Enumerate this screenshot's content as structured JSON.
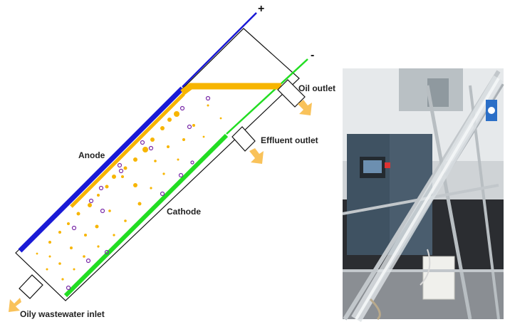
{
  "labels": {
    "plus": "+",
    "minus": "-",
    "oil_outlet": "Oil outlet",
    "effluent_outlet": "Effluent outlet",
    "anode": "Anode",
    "cathode": "Cathode",
    "inlet": "Oily wastewater inlet"
  },
  "colors": {
    "anode": "#1a1ad6",
    "cathode": "#22dd22",
    "oil": "#f7b500",
    "bubble": "#7a2aa8",
    "arrow": "#f9c25a",
    "outline": "#111111"
  }
}
